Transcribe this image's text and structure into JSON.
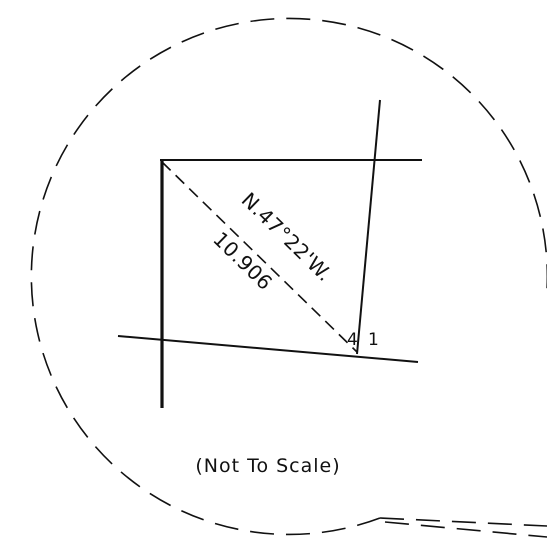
{
  "diagram": {
    "bearing_label": "N.47°22'W.",
    "distance_label": "10.906",
    "corner_label_left": "4",
    "corner_label_right": "1",
    "scale_note": "(Not To Scale)",
    "line_color": "#111111",
    "background_color": "#ffffff"
  }
}
